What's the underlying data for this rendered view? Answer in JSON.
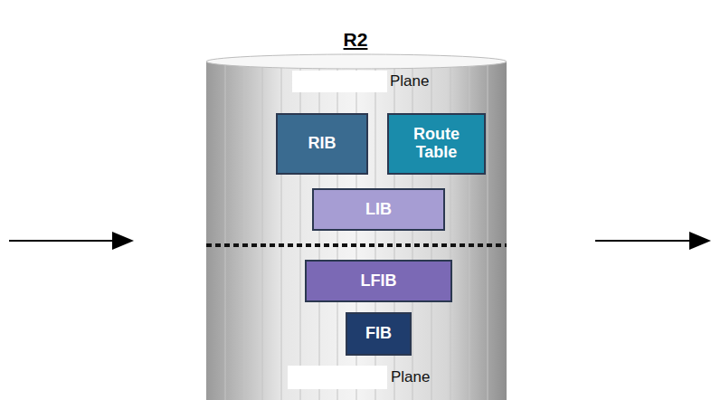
{
  "diagram": {
    "title": "R2",
    "nodes": [
      {
        "text": [
          "Plane",
          "Plane"
        ]
      },
      {
        "text": [
          "RIB"
        ],
        "in": 0
      },
      {
        "text": [
          "Route Table"
        ],
        "in": 0
      },
      {
        "text": [
          "LIB"
        ],
        "in": 0
      },
      {
        "text": [
          "LFIB"
        ],
        "in": 0
      },
      {
        "text": [
          "FIB"
        ],
        "in": 0
      }
    ]
  }
}
